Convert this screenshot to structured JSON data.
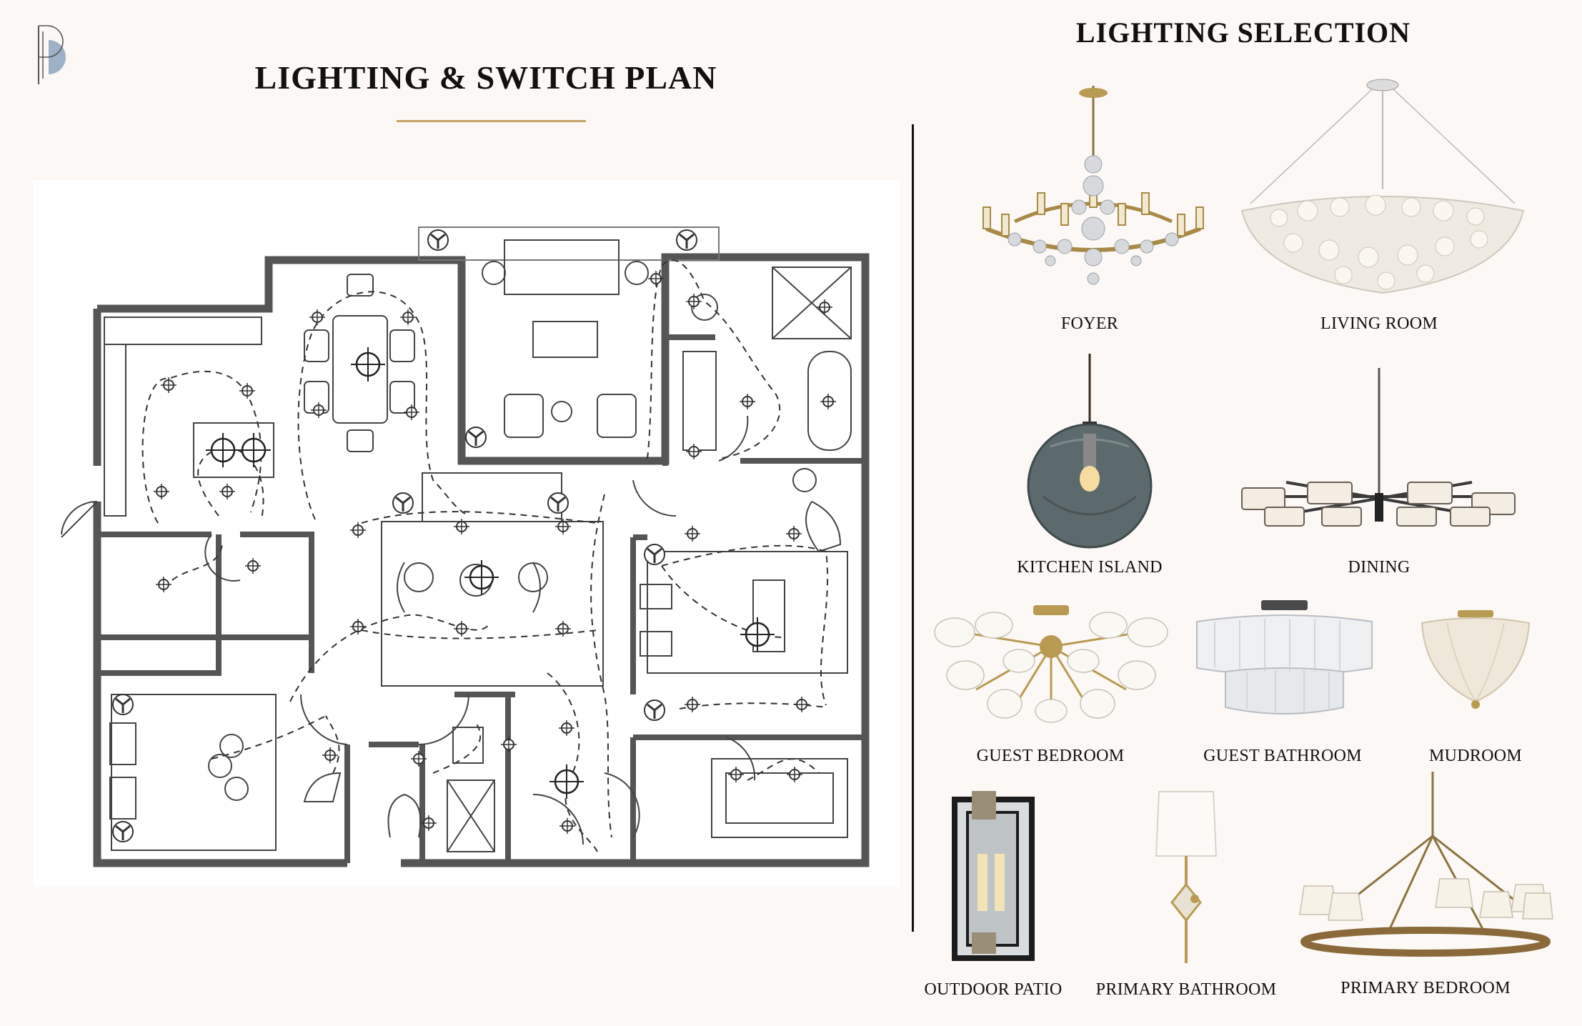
{
  "plan": {
    "title": "LIGHTING & SWITCH PLAN"
  },
  "selection": {
    "title": "LIGHTING SELECTION",
    "fixtures": [
      {
        "label": "FOYER",
        "icon": "chandelier-crystal-icon"
      },
      {
        "label": "LIVING ROOM",
        "icon": "crystal-bowl-pendant-icon"
      },
      {
        "label": "KITCHEN ISLAND",
        "icon": "glass-globe-pendant-icon"
      },
      {
        "label": "DINING",
        "icon": "drum-shade-chandelier-icon"
      },
      {
        "label": "GUEST BEDROOM",
        "icon": "petal-flush-mount-icon"
      },
      {
        "label": "GUEST BATHROOM",
        "icon": "glass-tiered-flush-mount-icon"
      },
      {
        "label": "MUDROOM",
        "icon": "dome-flush-mount-icon"
      },
      {
        "label": "OUTDOOR PATIO",
        "icon": "lantern-sconce-icon"
      },
      {
        "label": "PRIMARY BATHROOM",
        "icon": "wall-sconce-icon"
      },
      {
        "label": "PRIMARY BEDROOM",
        "icon": "ring-chandelier-icon"
      }
    ]
  },
  "colors": {
    "background": "#fbf8f5",
    "accent_gold": "#c7a468",
    "logo_blue": "#9fb1c6"
  }
}
